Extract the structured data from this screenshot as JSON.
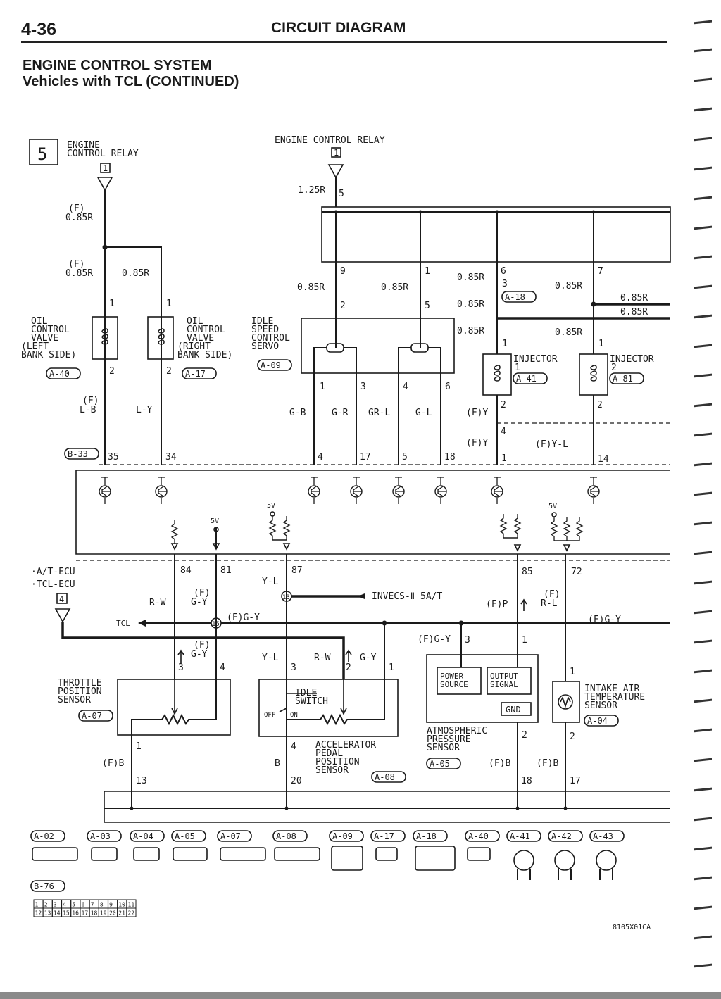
{
  "header": {
    "page_number": "4-36",
    "section_title": "CIRCUIT DIAGRAM",
    "system_title_line1": "ENGINE CONTROL SYSTEM",
    "system_title_line2": "Vehicles with TCL (CONTINUED)"
  },
  "diagram": {
    "sheet_number": "5",
    "figure_code": "8105X01CA",
    "labels": {
      "ecr_left_1": "ENGINE",
      "ecr_left_2": "CONTROL RELAY",
      "ecr_center": "ENGINE CONTROL RELAY",
      "oil_left_1": "OIL",
      "oil_left_2": "CONTROL",
      "oil_left_3": "VALVE",
      "oil_left_4": "(LEFT",
      "oil_left_5": "BANK SIDE)",
      "oil_right_1": "OIL",
      "oil_right_2": "CONTROL",
      "oil_right_3": "VALVE",
      "oil_right_4": "(RIGHT",
      "oil_right_5": "BANK SIDE)",
      "idle_1": "IDLE",
      "idle_2": "SPEED",
      "idle_3": "CONTROL",
      "idle_4": "SERVO",
      "injector1_1": "INJECTOR",
      "injector1_2": "1",
      "injector2_1": "INJECTOR",
      "injector2_2": "2",
      "at_ecu": "·A/T-ECU",
      "tcl_ecu": "·TCL-ECU",
      "tcl": "TCL",
      "invecs": "INVECS-Ⅱ 5A/T",
      "tps_1": "THROTTLE",
      "tps_2": "POSITION",
      "tps_3": "SENSOR",
      "idle_switch_1": "IDLE",
      "idle_switch_2": "SWITCH",
      "off": "OFF",
      "on": "ON",
      "apps_1": "ACCELERATOR",
      "apps_2": "PEDAL",
      "apps_3": "POSITION",
      "apps_4": "SENSOR",
      "atm_1": "ATMOSPHERIC",
      "atm_2": "PRESSURE",
      "atm_3": "SENSOR",
      "power_1": "POWER",
      "power_2": "SOURCE",
      "output_1": "OUTPUT",
      "output_2": "SIGNAL",
      "gnd": "GND",
      "iat_1": "INTAKE AIR",
      "iat_2": "TEMPERATURE",
      "iat_3": "SENSOR",
      "five_v": "5V",
      "f": "(F)"
    },
    "connector_ids": {
      "a40": "A-40",
      "a17": "A-17",
      "a09": "A-09",
      "a18": "A-18",
      "a41": "A-41",
      "a81": "A-81",
      "b33": "B-33",
      "a07": "A-07",
      "a08": "A-08",
      "a05": "A-05",
      "a04": "A-04"
    },
    "connector_refs": {
      "ecr_left": "1",
      "ecr_center": "1",
      "tcl": "4",
      "j13": "13",
      "j15": "15"
    },
    "wires": {
      "w085R": "0.85R",
      "w125R": "1.25R",
      "wLB": "L-B",
      "wLY": "L-Y",
      "wGB": "G-B",
      "wGR": "G-R",
      "wGRL": "GR-L",
      "wGL": "G-L",
      "wFY": "(F)Y",
      "wFYL": "(F)Y-L",
      "wRW": "R-W",
      "wGY": "G-Y",
      "wFGY": "(F)G-Y",
      "wYL": "Y-L",
      "wFP": "(F)P",
      "wRL": "R-L",
      "wFB": "(F)B",
      "wB": "B"
    },
    "pins": {
      "p1": "1",
      "p2": "2",
      "p3": "3",
      "p4": "4",
      "p5": "5",
      "p6": "6",
      "p7": "7",
      "p9": "9",
      "p13": "13",
      "p14": "14",
      "p17": "17",
      "p18": "18",
      "p20": "20",
      "p34": "34",
      "p35": "35",
      "p72": "72",
      "p81": "81",
      "p84": "84",
      "p85": "85",
      "p87": "87"
    }
  },
  "connector_legend": {
    "items": [
      "A-02",
      "A-03",
      "A-04",
      "A-05",
      "A-07",
      "A-08",
      "A-09",
      "A-17",
      "A-18",
      "A-40",
      "A-41",
      "A-42",
      "A-43"
    ],
    "b76": "B-76",
    "b76_row1": [
      "1",
      "2",
      "3",
      "4",
      "5",
      "6",
      "7",
      "8",
      "9",
      "10",
      "11"
    ],
    "b76_row2": [
      "12",
      "13",
      "14",
      "15",
      "16",
      "17",
      "18",
      "19",
      "20",
      "21",
      "22"
    ]
  }
}
